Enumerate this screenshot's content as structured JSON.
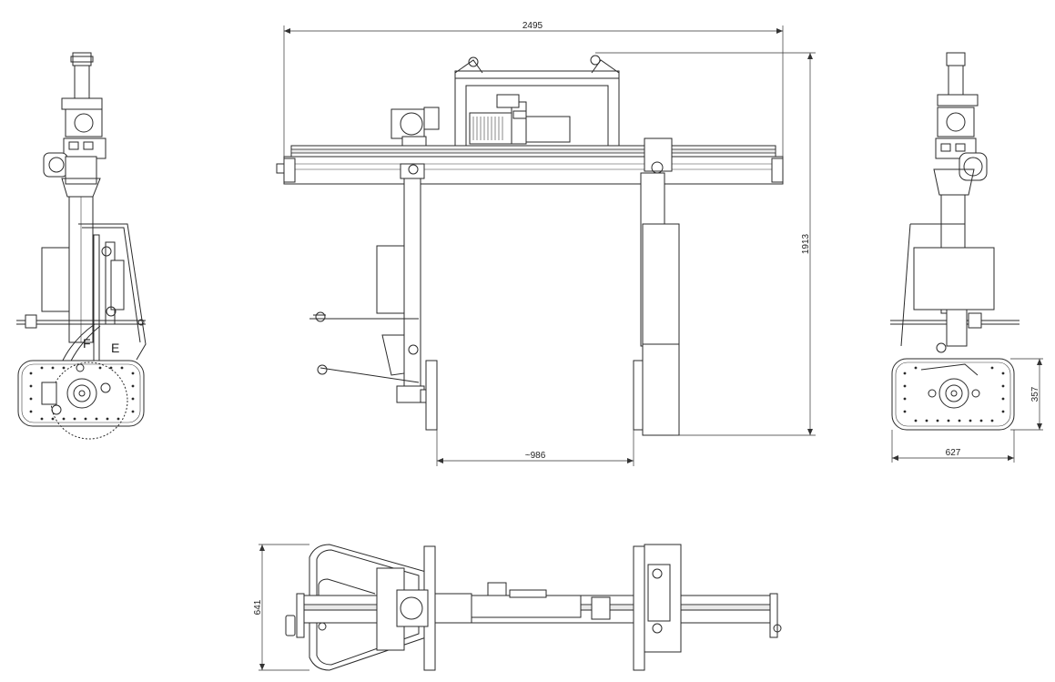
{
  "dimensions": {
    "overall_width": "2495",
    "overall_height": "1913",
    "inner_width": "~986",
    "side_height": "357",
    "side_width": "627",
    "plan_depth": "641"
  },
  "labels": {
    "f": "F",
    "e": "E"
  },
  "colors": {
    "line": "#2a2a2a",
    "background": "#ffffff"
  }
}
